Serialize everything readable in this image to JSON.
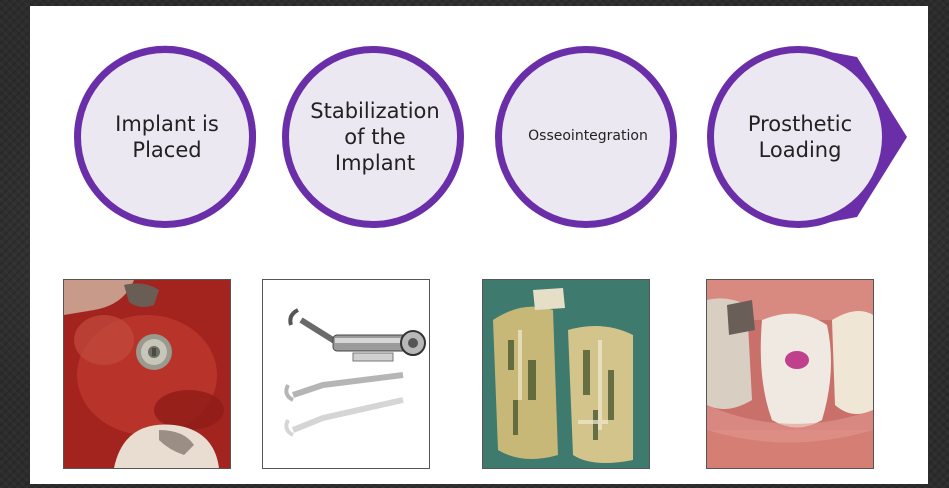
{
  "steps": [
    {
      "label": "Implant is Placed",
      "icon": "implant-placed"
    },
    {
      "label": "Stabilization of the Implant",
      "icon": "stabilization"
    },
    {
      "label": "Osseointegration",
      "icon": "osseointegration"
    },
    {
      "label": "Prosthetic Loading",
      "icon": "prosthetic-loading"
    }
  ],
  "colors": {
    "accent": "#6a2fa8",
    "circle_fill": "#ebe8f2",
    "slide_bg": "#ffffff",
    "frame_bg": "#3a3a3a"
  },
  "photos": [
    {
      "subject": "implant-in-gum-photo"
    },
    {
      "subject": "torque-wrench-drawing"
    },
    {
      "subject": "bone-sample-photo"
    },
    {
      "subject": "crown-on-implant-photo"
    }
  ]
}
